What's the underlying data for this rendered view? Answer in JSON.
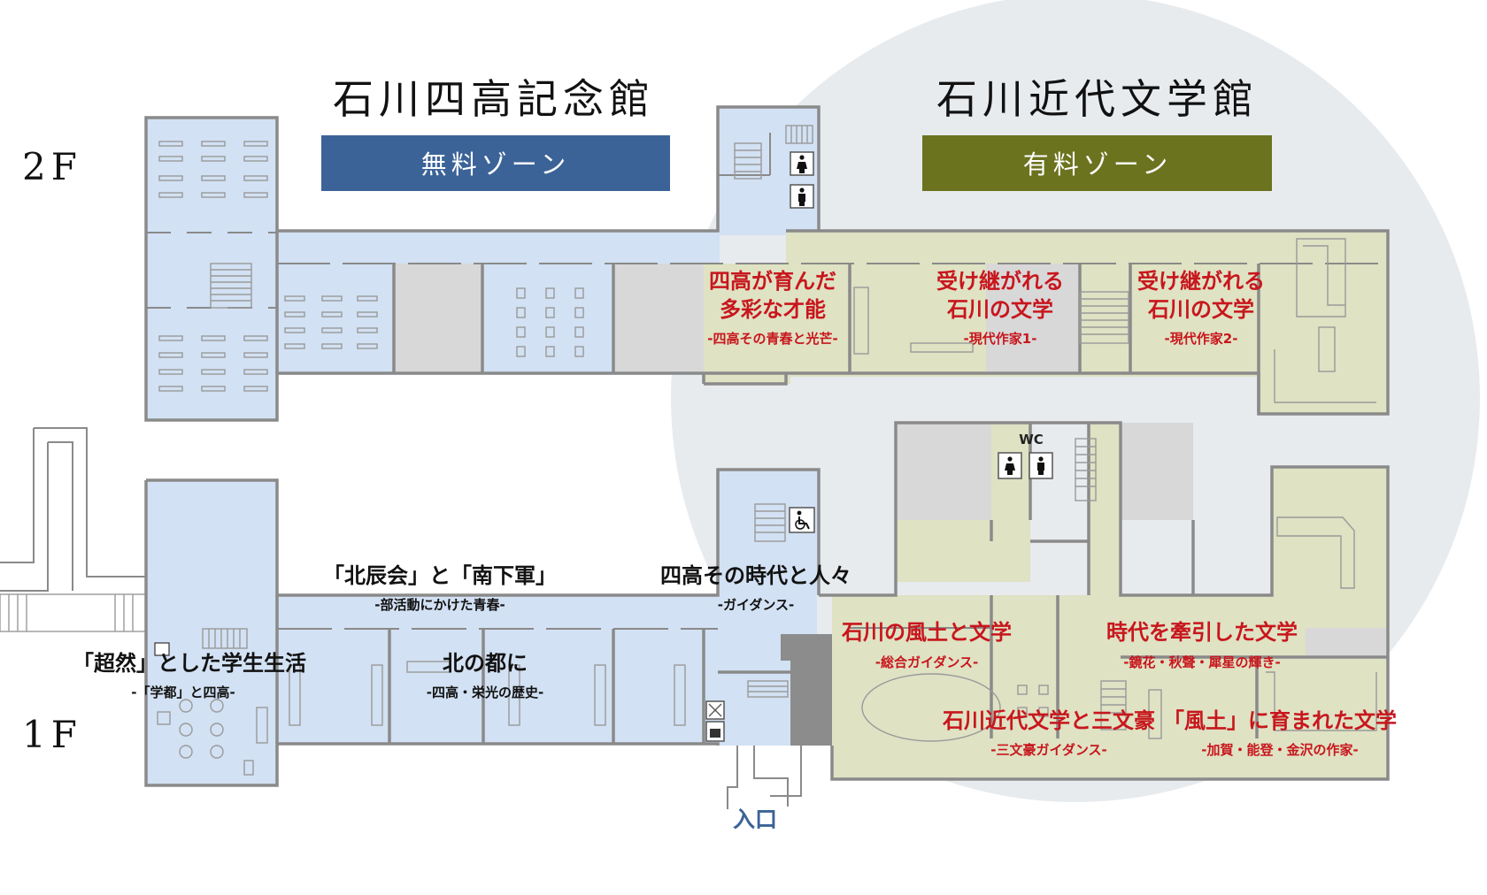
{
  "floors": {
    "upper": "2F",
    "lower": "1F"
  },
  "buildings": {
    "left": {
      "name": "石川四高記念館",
      "zone": "無料ゾーン",
      "zone_color": "#3b6397"
    },
    "right": {
      "name": "石川近代文学館",
      "zone": "有料ゾーン",
      "zone_color": "#6b731f"
    }
  },
  "colors": {
    "free_area": "#d2e1f3",
    "paid_area": "#dfe2c3",
    "highlight_circle": "#e8ebee",
    "exhibit_text": "#c8161d",
    "entrance_text": "#3b6397"
  },
  "floor2_rooms": [
    {
      "title1": "四高が育んだ",
      "title2": "多彩な才能",
      "sub": "-四高その青春と光芒-"
    },
    {
      "title1": "受け継がれる",
      "title2": "石川の文学",
      "sub": "-現代作家1-"
    },
    {
      "title1": "受け継がれる",
      "title2": "石川の文学",
      "sub": "-現代作家2-"
    }
  ],
  "floor1_free_rooms": [
    {
      "title": "「超然」とした学生生活",
      "sub": "-「学都」と四高-"
    },
    {
      "title": "「北辰会」と「南下軍」",
      "sub": "-部活動にかけた青春-"
    },
    {
      "title": "北の都に",
      "sub": "-四高・栄光の歴史-"
    },
    {
      "title": "四高その時代と人々",
      "sub": "-ガイダンス-"
    }
  ],
  "floor1_paid_rooms": [
    {
      "title": "石川の風土と文学",
      "sub": "-総合ガイダンス-"
    },
    {
      "title": "時代を牽引した文学",
      "sub": "-鏡花・秋聲・犀星の輝き-"
    },
    {
      "title": "石川近代文学と三文豪",
      "sub": "-三文豪ガイダンス-"
    },
    {
      "title": "「風土」に育まれた文学",
      "sub": "-加賀・能登・金沢の作家-"
    }
  ],
  "labels": {
    "wc": "WC",
    "entrance": "入口"
  },
  "icons": [
    "toilet-female-icon",
    "toilet-male-icon",
    "wheelchair-icon",
    "locker-icon",
    "elevator-icon"
  ]
}
